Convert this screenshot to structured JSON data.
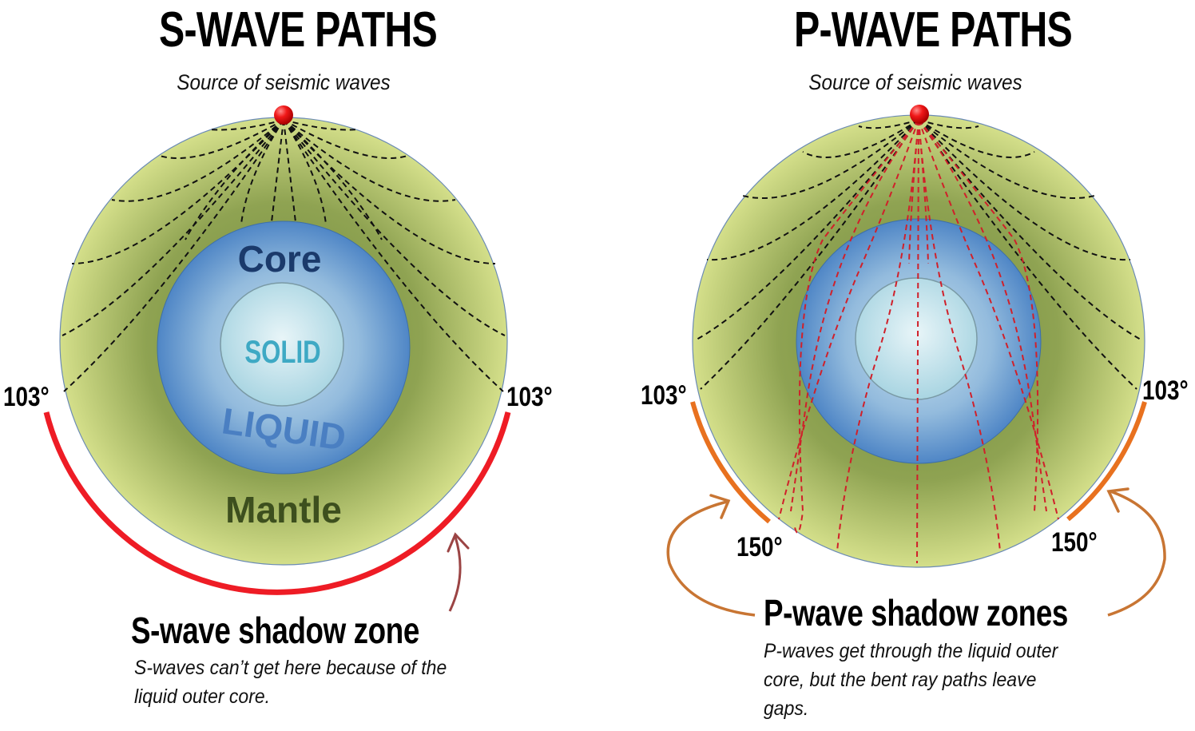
{
  "s_wave": {
    "title": "S-WAVE PATHS",
    "source_label": "Source of seismic waves",
    "layer_labels": {
      "core": "Core",
      "inner_core": "SOLID",
      "outer_core": "LIQUID",
      "mantle": "Mantle"
    },
    "angle_left": "103°",
    "angle_right": "103°",
    "shadow_zone_title": "S-wave shadow zone",
    "shadow_zone_desc": "S-waves can’t get here because of the liquid outer core.",
    "shadow_color": "#ee1c25",
    "arrow_color": "#9b4444"
  },
  "p_wave": {
    "title": "P-WAVE PATHS",
    "source_label": "Source of seismic waves",
    "angle_left_start": "103°",
    "angle_right_start": "103°",
    "angle_left_end": "150°",
    "angle_right_end": "150°",
    "shadow_zone_title": "P-wave shadow zones",
    "shadow_zone_desc": "P-waves get through the liquid outer core, but the bent ray paths leave gaps.",
    "shadow_color": "#e8711f",
    "arrow_color": "#c87533",
    "ray_color": "#d0202a"
  },
  "colors": {
    "mantle_light": "#d4df8a",
    "mantle_dark": "#8fa352",
    "core_edge": "#4f86c6",
    "core_mid": "#9cc2e0",
    "inner_core": "#d6ecf2",
    "core_text": "#1b3a6b",
    "solid_text": "#3ea9c4",
    "liquid_text": "#4a7fc2",
    "mantle_text": "#3d4f1e",
    "source_dot": "#e8141c"
  }
}
